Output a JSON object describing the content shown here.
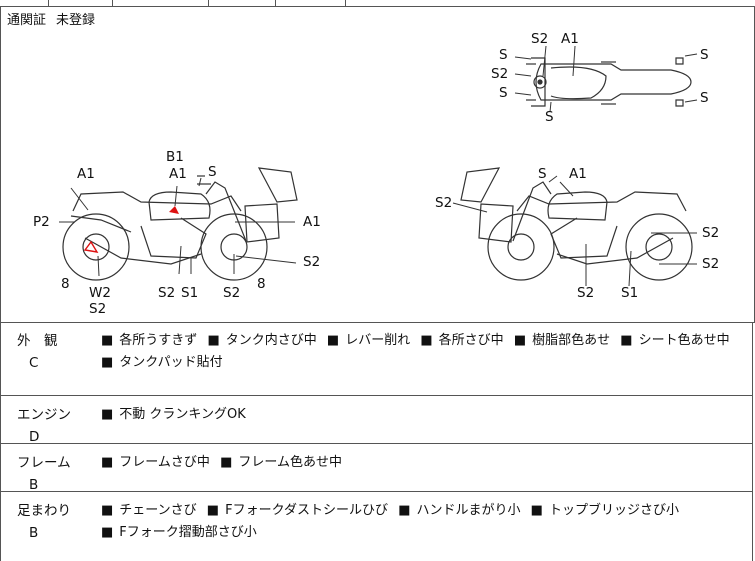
{
  "customs": {
    "label": "通関証",
    "value": "未登録"
  },
  "diagram_labels": {
    "S": "S",
    "S2": "S2",
    "S1": "S1",
    "A1": "A1",
    "B1": "B1",
    "P2": "P2",
    "W2": "W2",
    "eight": "8"
  },
  "sections": [
    {
      "category": "外　観",
      "grade": "C",
      "items": [
        "各所うすきず",
        "タンク内さび中",
        "レバー削れ",
        "各所さび中",
        "樹脂部色あせ",
        "シート色あせ中",
        "タンクパッド貼付"
      ]
    },
    {
      "category": "エンジン",
      "grade": "D",
      "items": [
        "不動 クランキングOK"
      ]
    },
    {
      "category": "フレーム",
      "grade": "B",
      "items": [
        "フレームさび中",
        "フレーム色あせ中"
      ]
    },
    {
      "category": "足まわり",
      "grade": "B",
      "items": [
        "チェーンさび",
        "Fフォークダストシールひび",
        "ハンドルまがり小",
        "トップブリッジさび小",
        "Fフォーク摺動部さび小"
      ]
    }
  ]
}
